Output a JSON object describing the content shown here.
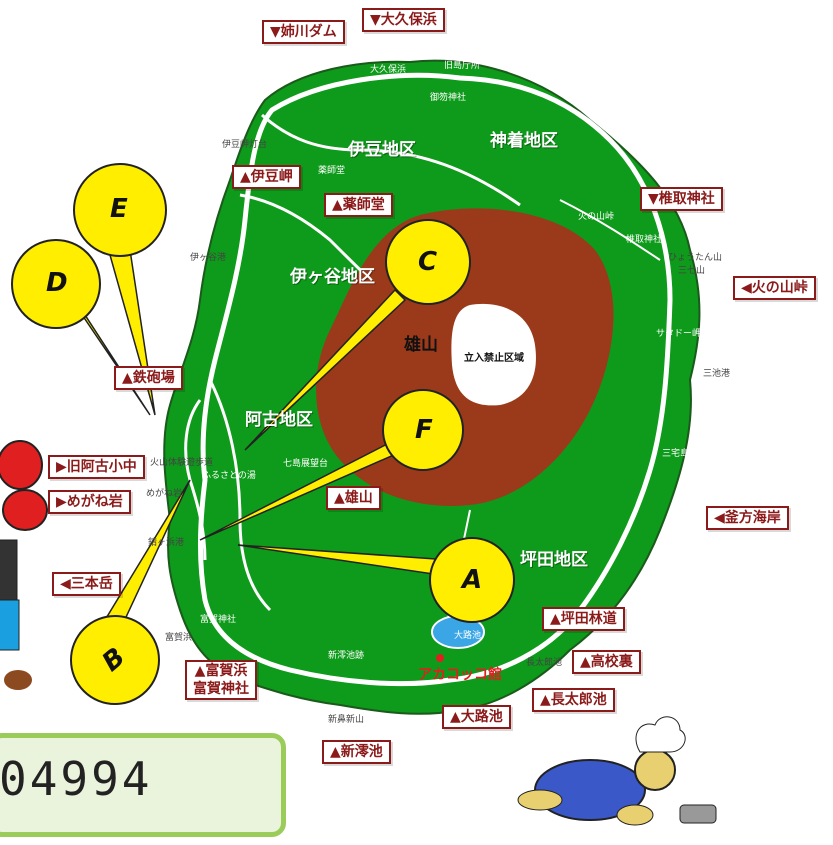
{
  "markers": {
    "ane_dam": "▼姉川ダム",
    "okubo_hama": "▼大久保浜",
    "izu_misaki": "▲伊豆岬",
    "yakushido": "▲薬師堂",
    "shiinatori": "▼椎取神社",
    "hinoyama": "◀火の山峠",
    "teppoba": "▲鉄砲場",
    "kyu_ako": "▶旧阿古小中",
    "meganeiwa": "▶めがね岩",
    "sanbondake": "◀三本岳",
    "oyama": "▲雄山",
    "kamagata": "◀釜方海岸",
    "tsubota_rindo": "▲坪田林道",
    "takaura": "▲高校裏",
    "chotaro": "▲長太郎池",
    "tairo": "▲大路池",
    "shinmio": "▲新澪池",
    "tomika_1": "▲富賀浜",
    "tomika_2": "富賀神社"
  },
  "areas": {
    "izu": "伊豆地区",
    "kamitsuki": "神着地区",
    "igaya": "伊ヶ谷地区",
    "ako": "阿古地区",
    "tsubota": "坪田地区",
    "oyama": "雄山",
    "restricted": "立入禁止区域"
  },
  "small_places": {
    "okubo": "大久保浜",
    "kyu_toshoko": "旧島庁所",
    "gosha": "御笏神社",
    "izu_toudai": "伊豆岬灯台",
    "yakushido": "薬師堂",
    "igaya_ko": "伊ヶ谷港",
    "hinoyama": "火の山峠",
    "shiinatori": "椎取神社",
    "hyotan": "ひょうたん山",
    "mitsuyama": "三七山",
    "satado": "サタドー岬",
    "miike": "三池港",
    "airport": "三宅島空港",
    "kazan": "火山体験遊歩道",
    "furusato": "ふるさとの湯",
    "megane": "めがね岩",
    "tomigahama_s": "富賀浜",
    "tomika_jinja": "富賀神社",
    "sabigahama": "錆ヶ浜港",
    "shichito": "七島展望台",
    "shinmio": "新澪池跡",
    "shinmio_yama": "新鼻新山",
    "chotaro": "長太郎池",
    "tairo": "大路池"
  },
  "akakokko": "アカコッコ館",
  "bubbles": [
    "A",
    "B",
    "C",
    "D",
    "E",
    "F"
  ],
  "phone": "04994",
  "colors": {
    "island": "#0e9a1a",
    "crater": "#9b3a1a",
    "bubble": "#ffee00",
    "label_border": "#8b1a1a",
    "phone_border": "#9bcc5a"
  }
}
